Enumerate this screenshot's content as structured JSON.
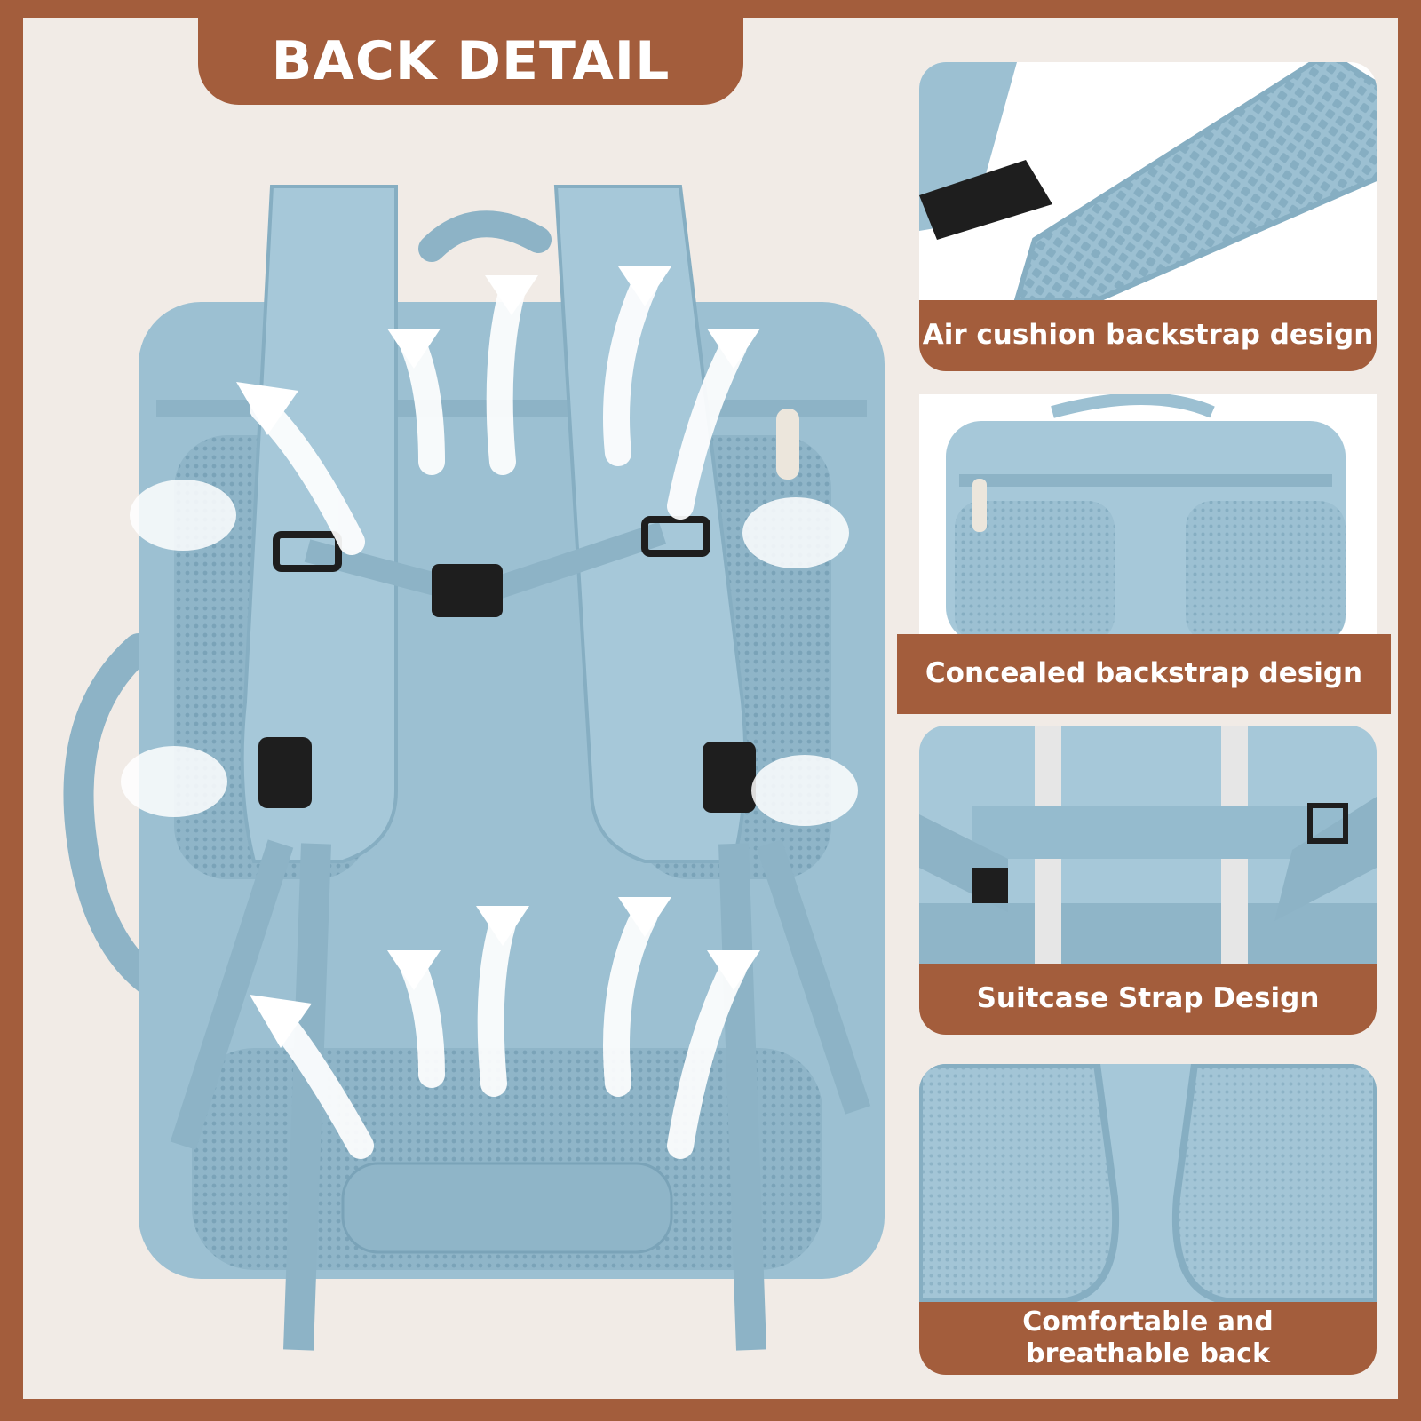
{
  "header": {
    "title": "BACK DETAIL"
  },
  "panels": [
    {
      "caption": "Air cushion backstrap design"
    },
    {
      "caption": "Concealed backstrap design"
    },
    {
      "caption": "Suitcase Strap Design"
    },
    {
      "caption": "Comfortable and breathable back"
    }
  ],
  "colors": {
    "brand_brown": "#a35d3c",
    "background_cream": "#f1ebe6",
    "backpack_blue": "#9cc0d2",
    "mesh_blue": "#86aec2"
  }
}
